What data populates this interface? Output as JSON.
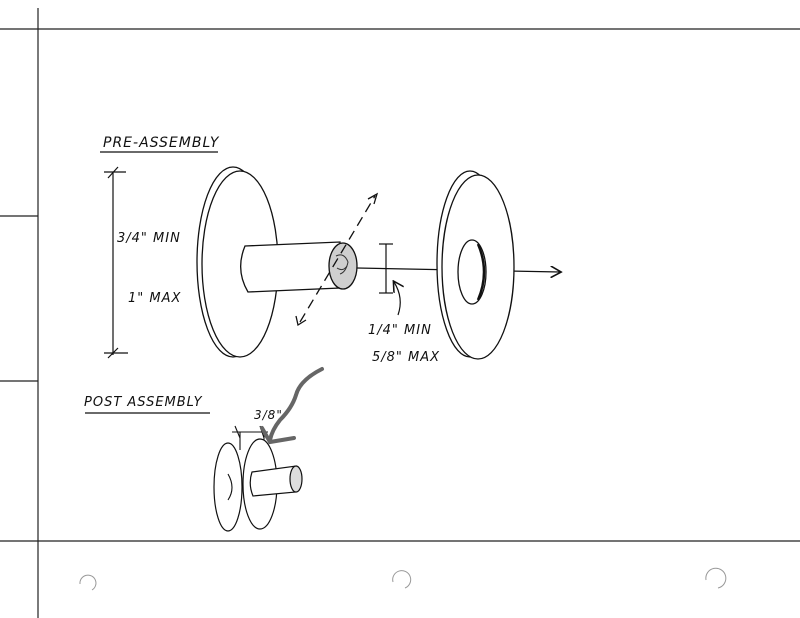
{
  "sheet": {
    "ink_color": "#111111",
    "paper_color": "#ffffff",
    "arrow_marker_color": "#666666"
  },
  "pre_assembly": {
    "title": "PRE-ASSEMBLY",
    "height_min_label": "3/4\" MIN",
    "height_max_label": "1\" MAX",
    "gap_min_label": "1/4\" MIN",
    "gap_max_label": "5/8\" MAX"
  },
  "post_assembly": {
    "title": "POST ASSEMBLY",
    "flange_label": "3/8\""
  }
}
